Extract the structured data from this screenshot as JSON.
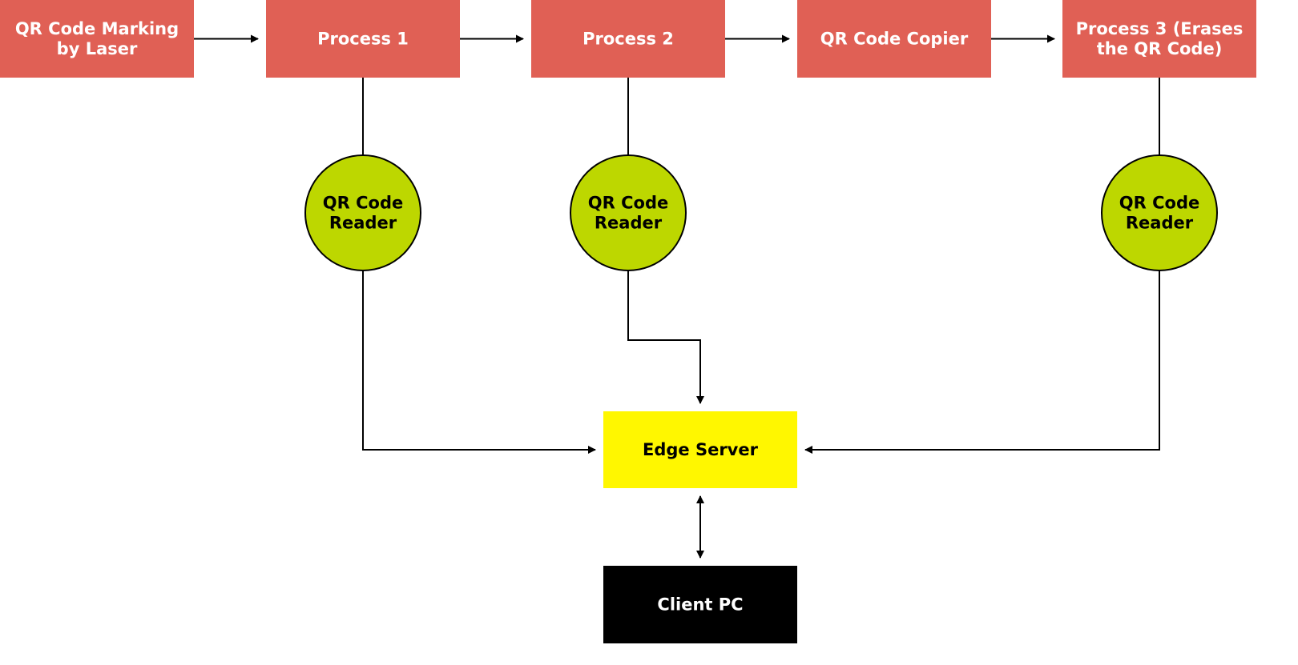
{
  "diagram": {
    "colors": {
      "process_fill": "#E06055",
      "process_text": "#FFFFFF",
      "reader_fill": "#BDD700",
      "reader_text": "#000000",
      "server_fill": "#FFF700",
      "server_text": "#000000",
      "client_fill": "#000000",
      "client_text": "#FFFFFF",
      "line": "#000000",
      "background": "#FFFFFF"
    },
    "processes": [
      {
        "id": "laser",
        "label_lines": [
          "QR Code Marking",
          "by Laser"
        ]
      },
      {
        "id": "process1",
        "label_lines": [
          "Process 1"
        ]
      },
      {
        "id": "process2",
        "label_lines": [
          "Process 2"
        ]
      },
      {
        "id": "copier",
        "label_lines": [
          "QR Code Copier"
        ]
      },
      {
        "id": "process3",
        "label_lines": [
          "Process 3 (Erases",
          "the QR Code)"
        ]
      }
    ],
    "readers": [
      {
        "id": "reader1",
        "attached_to": "process1",
        "label_lines": [
          "QR Code",
          "Reader"
        ]
      },
      {
        "id": "reader2",
        "attached_to": "process2",
        "label_lines": [
          "QR Code",
          "Reader"
        ]
      },
      {
        "id": "reader3",
        "attached_to": "process3",
        "label_lines": [
          "QR Code",
          "Reader"
        ]
      }
    ],
    "server": {
      "id": "edge-server",
      "label": "Edge Server"
    },
    "client": {
      "id": "client-pc",
      "label": "Client PC"
    },
    "edges": [
      {
        "from": "laser",
        "to": "process1",
        "kind": "arrow"
      },
      {
        "from": "process1",
        "to": "process2",
        "kind": "arrow"
      },
      {
        "from": "process2",
        "to": "copier",
        "kind": "arrow"
      },
      {
        "from": "copier",
        "to": "process3",
        "kind": "arrow"
      },
      {
        "from": "process1",
        "to": "reader1",
        "kind": "line"
      },
      {
        "from": "process2",
        "to": "reader2",
        "kind": "line"
      },
      {
        "from": "process3",
        "to": "reader3",
        "kind": "line"
      },
      {
        "from": "reader1",
        "to": "edge-server",
        "kind": "arrow"
      },
      {
        "from": "reader2",
        "to": "edge-server",
        "kind": "arrow"
      },
      {
        "from": "reader3",
        "to": "edge-server",
        "kind": "arrow"
      },
      {
        "from": "edge-server",
        "to": "client-pc",
        "kind": "double-arrow"
      }
    ]
  }
}
